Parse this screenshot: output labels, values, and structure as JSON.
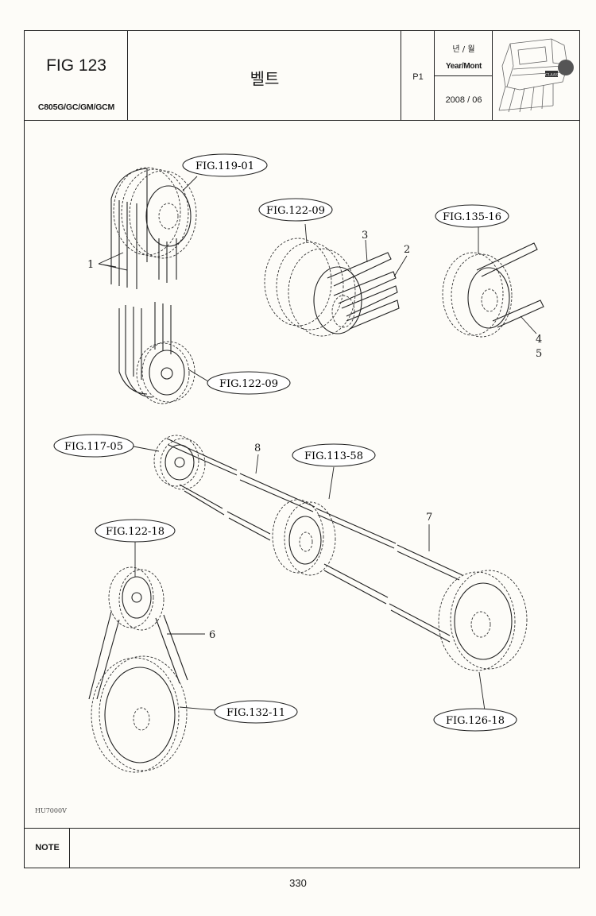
{
  "header": {
    "figure_number": "FIG 123",
    "model_codes": "C805G/GC/GM/GCM",
    "title": "벨트",
    "page_label": "P1",
    "year_month_korean": "년 / 월",
    "year_month_english": "Year/Mont",
    "date": "2008 / 06",
    "thumbnail_badge": "CLAAS"
  },
  "diagram": {
    "references": [
      "FIG.119-01",
      "FIG.122-09",
      "FIG.135-16",
      "FIG.122-09",
      "FIG.117-05",
      "FIG.113-58",
      "FIG.122-18",
      "FIG.132-11",
      "FIG.126-18"
    ],
    "part_numbers": [
      "1",
      "2",
      "3",
      "4",
      "5",
      "6",
      "7",
      "8"
    ],
    "drawing_code": "HU7000V"
  },
  "footer": {
    "note_label": "NOTE",
    "note_text": "",
    "page_number": "330"
  }
}
